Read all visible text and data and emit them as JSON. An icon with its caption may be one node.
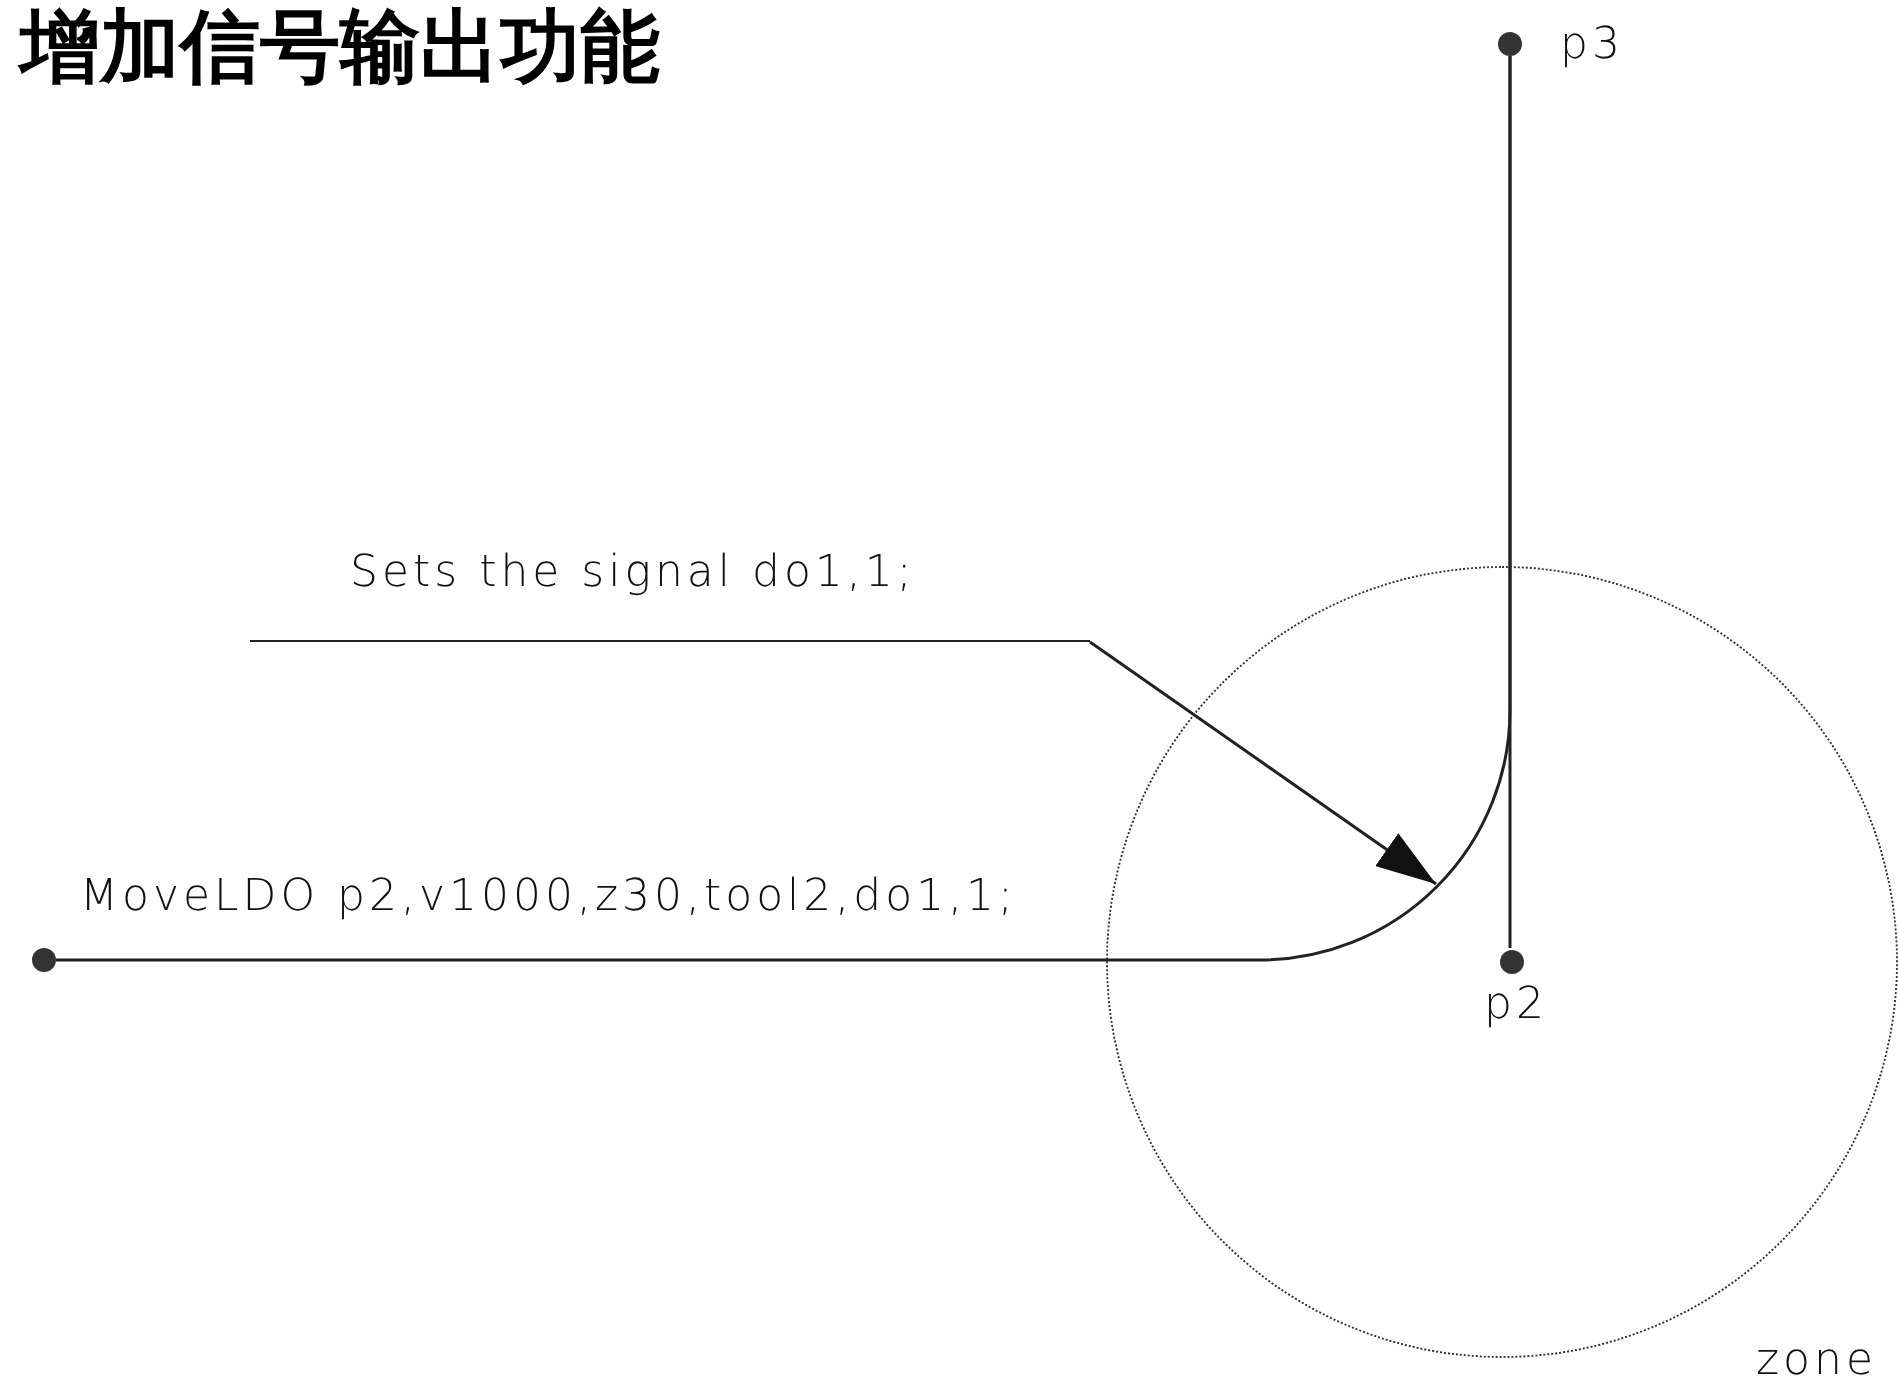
{
  "diagram": {
    "title": "增加信号输出功能",
    "nodes": [
      {
        "text": [],
        "shape": "circle",
        "beside": [
          "p3"
        ]
      },
      {
        "text": [
          "Sets the signal do1,1;"
        ]
      },
      {
        "text": [],
        "shape": "circle",
        "beside": [
          "zone"
        ]
      },
      {
        "text": [],
        "shape": "circle"
      },
      {
        "text": [],
        "shape": "circle",
        "in": 2,
        "beside": [
          "p2"
        ]
      }
    ],
    "edges": [
      {
        "from": 3,
        "to": 0,
        "arrow": "none"
      },
      {
        "from": 4,
        "to": 0,
        "arrow": "none"
      },
      {
        "from": 1,
        "to": null,
        "arrow": "to"
      }
    ],
    "labels": [
      "MoveLDO p2,v1000,z30,tool2,do1,1;"
    ]
  }
}
